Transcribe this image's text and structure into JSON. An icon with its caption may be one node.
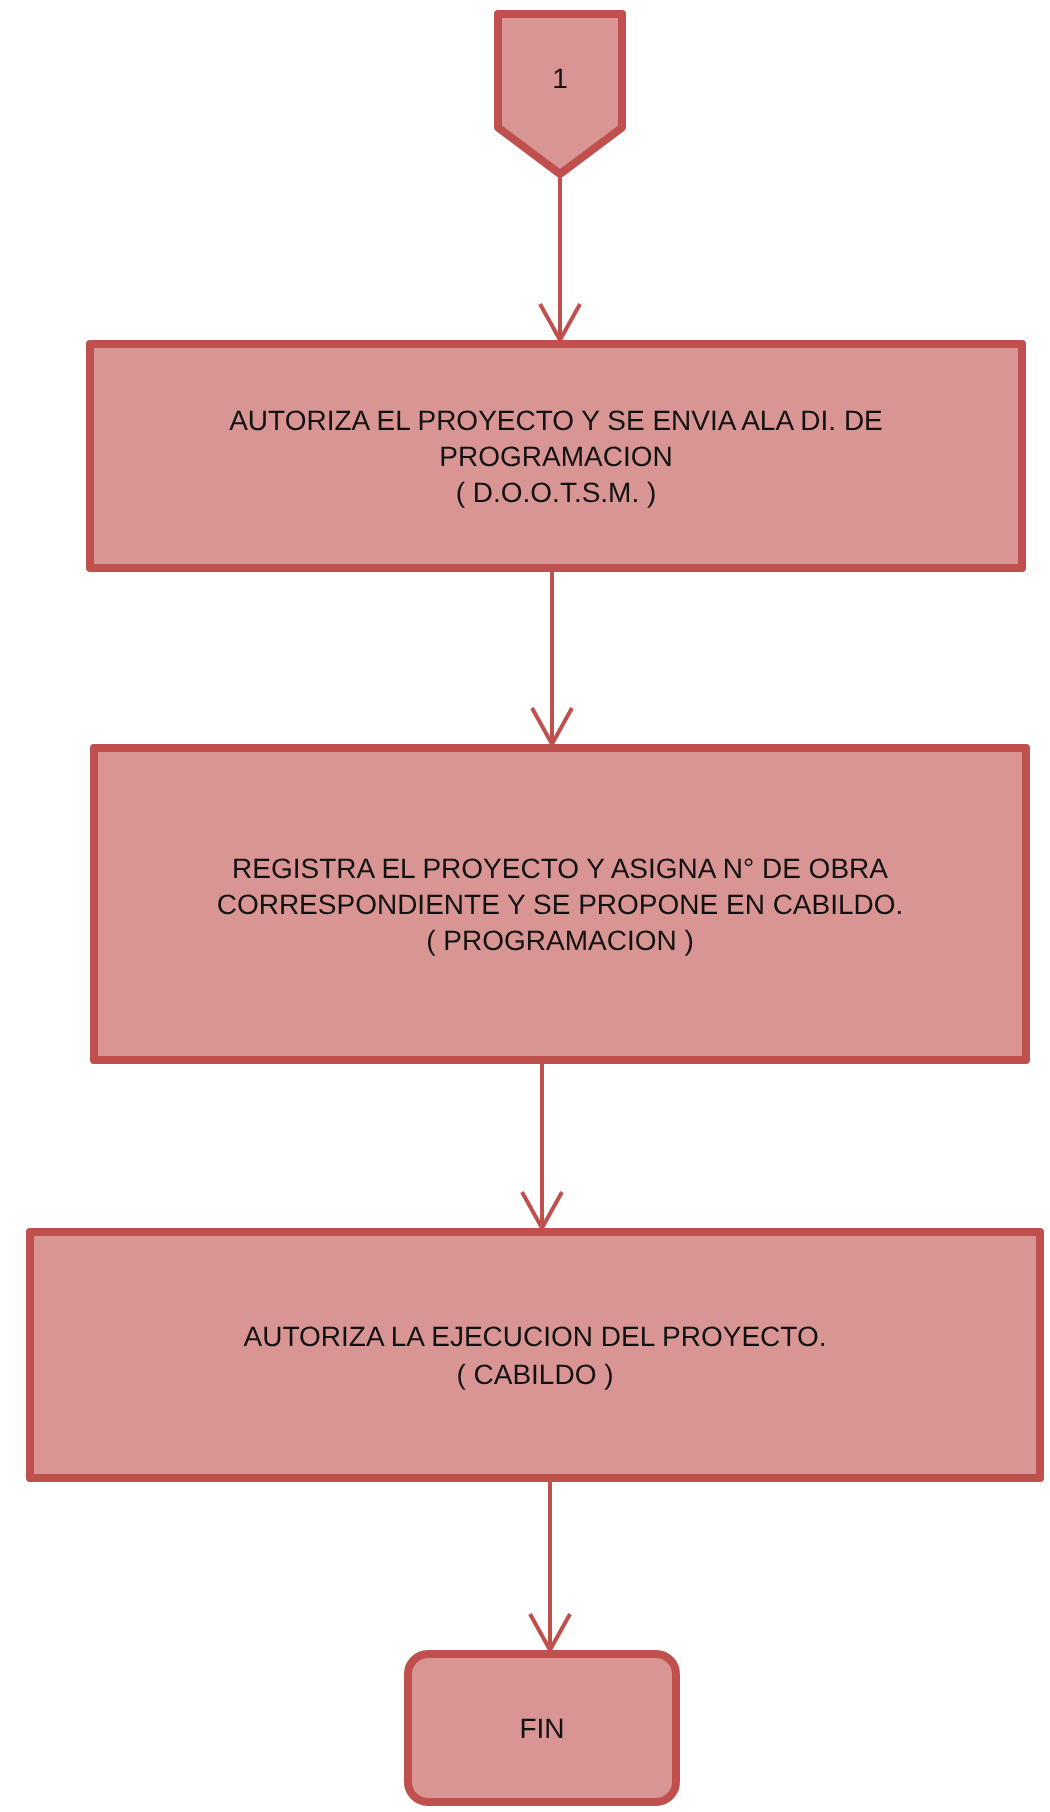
{
  "diagram": {
    "nodes": [
      {
        "text": [
          "1"
        ]
      },
      {
        "text": [
          "AUTORIZA EL PROYECTO Y SE ENVIA ALA DI. DE PROGRAMACION",
          "( D.O.O.T.S.M. )"
        ]
      },
      {
        "text": [
          "REGISTRA EL PROYECTO Y ASIGNA N° DE OBRA CORRESPONDIENTE Y SE PROPONE EN CABILDO.",
          "( PROGRAMACION )"
        ]
      },
      {
        "text": [
          "AUTORIZA LA EJECUCION DEL PROYECTO.",
          "( CABILDO )"
        ]
      },
      {
        "text": [
          "FIN"
        ]
      }
    ],
    "edges": [
      {
        "from": 0,
        "to": 1,
        "arrow": "to"
      },
      {
        "from": 1,
        "to": 2,
        "arrow": "to"
      },
      {
        "from": 2,
        "to": 3,
        "arrow": "to"
      },
      {
        "from": 3,
        "to": 4,
        "arrow": "to"
      }
    ]
  }
}
